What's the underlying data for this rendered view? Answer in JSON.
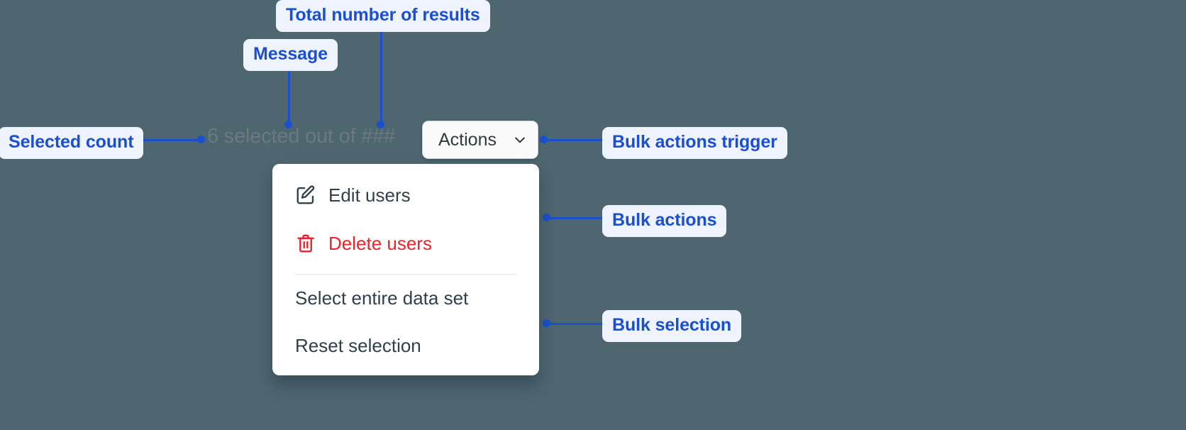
{
  "page": {
    "background_color": "#4d6670",
    "accent_color": "#1a4fd0",
    "chip_bg_color": "#eef3fe",
    "danger_color": "#ee2229"
  },
  "selection_bar": {
    "message_prefix": "6 selected out of ",
    "selected_count": "6",
    "total_results": "###",
    "full_message": "6 selected out of ###"
  },
  "trigger": {
    "label": "Actions",
    "chevron_icon": "chevron-down-icon"
  },
  "menu": {
    "groups": [
      {
        "name": "bulk-actions",
        "items": [
          {
            "label": "Edit users",
            "icon": "edit-pencil-square-icon",
            "danger": false
          },
          {
            "label": "Delete users",
            "icon": "trash-icon",
            "danger": true
          }
        ]
      },
      {
        "name": "bulk-selection",
        "items": [
          {
            "label": "Select entire data set",
            "icon": "",
            "danger": false
          },
          {
            "label": "Reset selection",
            "icon": "",
            "danger": false
          }
        ]
      }
    ]
  },
  "annotations": [
    {
      "id": "total-number-of-results",
      "label": "Total number of results"
    },
    {
      "id": "message",
      "label": "Message"
    },
    {
      "id": "selected-count",
      "label": "Selected count"
    },
    {
      "id": "bulk-actions-trigger",
      "label": "Bulk actions trigger"
    },
    {
      "id": "bulk-actions",
      "label": "Bulk actions"
    },
    {
      "id": "bulk-selection",
      "label": "Bulk selection"
    }
  ]
}
